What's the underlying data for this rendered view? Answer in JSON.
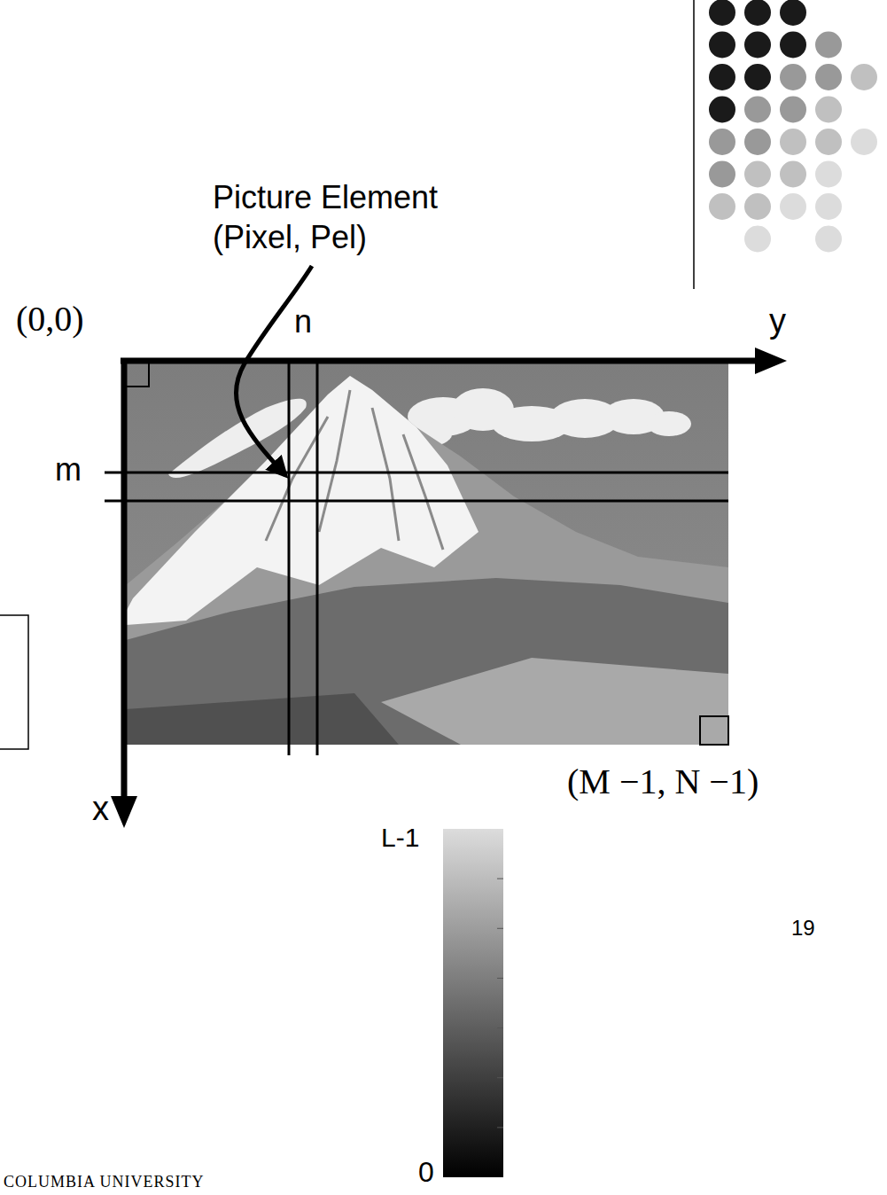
{
  "diagram": {
    "labels": [
      "Picture Element (Pixel, Pel)",
      "(0,0)",
      "n",
      "y",
      "m",
      "x",
      "(M −1, N −1)",
      "L-1",
      "0",
      "19",
      "COLUMBIA UNIVERSITY"
    ]
  }
}
